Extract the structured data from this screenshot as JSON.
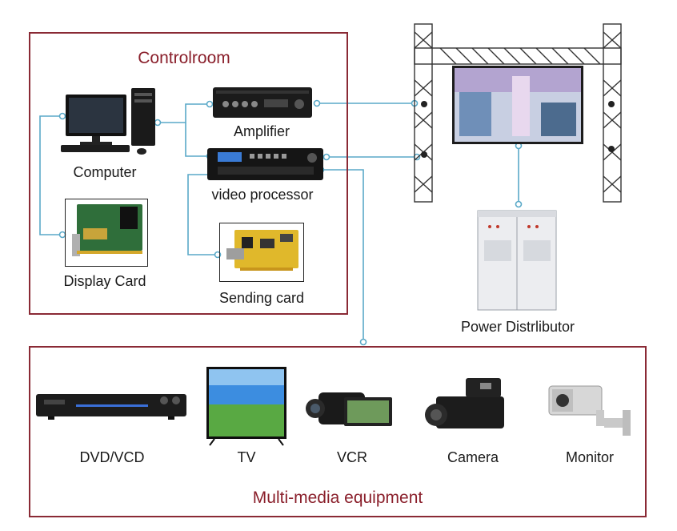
{
  "controlroom": {
    "title": "Controlroom",
    "devices": {
      "computer": "Computer",
      "display_card": "Display Card",
      "amplifier": "Amplifier",
      "video_processor": "video processor",
      "sending_card": "Sending card"
    }
  },
  "power": {
    "label": "Power Distrlibutor"
  },
  "multimedia": {
    "title": "Multi-media equipment",
    "items": [
      {
        "label": "DVD/VCD",
        "icon": "dvd-player-icon"
      },
      {
        "label": "TV",
        "icon": "tv-icon"
      },
      {
        "label": "VCR",
        "icon": "camcorder-icon"
      },
      {
        "label": "Camera",
        "icon": "pro-camera-icon"
      },
      {
        "label": "Monitor",
        "icon": "cctv-camera-icon"
      }
    ]
  },
  "colors": {
    "frame": "#8a2a35",
    "title": "#8a1f2b",
    "connector": "#5aa9c8"
  }
}
